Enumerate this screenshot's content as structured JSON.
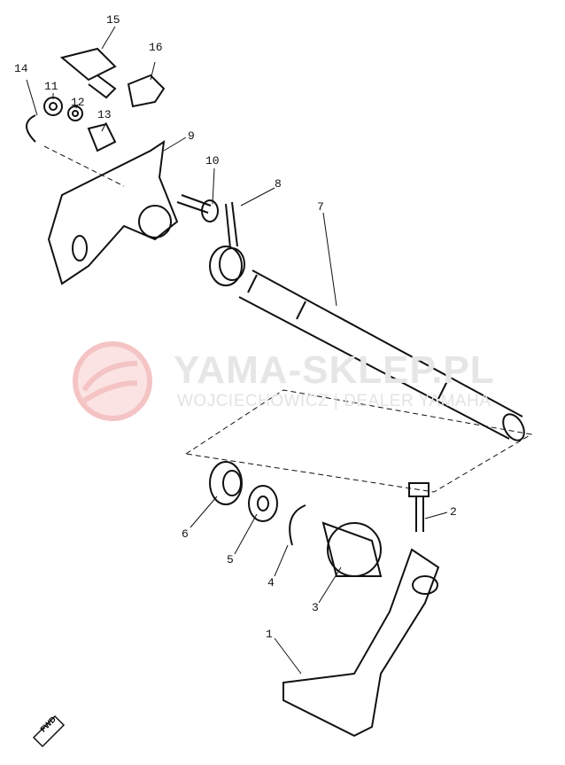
{
  "diagram": {
    "part_labels": [
      "1",
      "2",
      "3",
      "4",
      "5",
      "6",
      "7",
      "8",
      "9",
      "10",
      "11",
      "12",
      "13",
      "14",
      "15",
      "16"
    ],
    "direction_marker": "FWD"
  },
  "watermark": {
    "brand": "YAMA-SKLEP.PL",
    "tagline": "WOJCIECHOWICZ | DEALER YAMAHA",
    "logo_color": "#f2b8b8"
  }
}
